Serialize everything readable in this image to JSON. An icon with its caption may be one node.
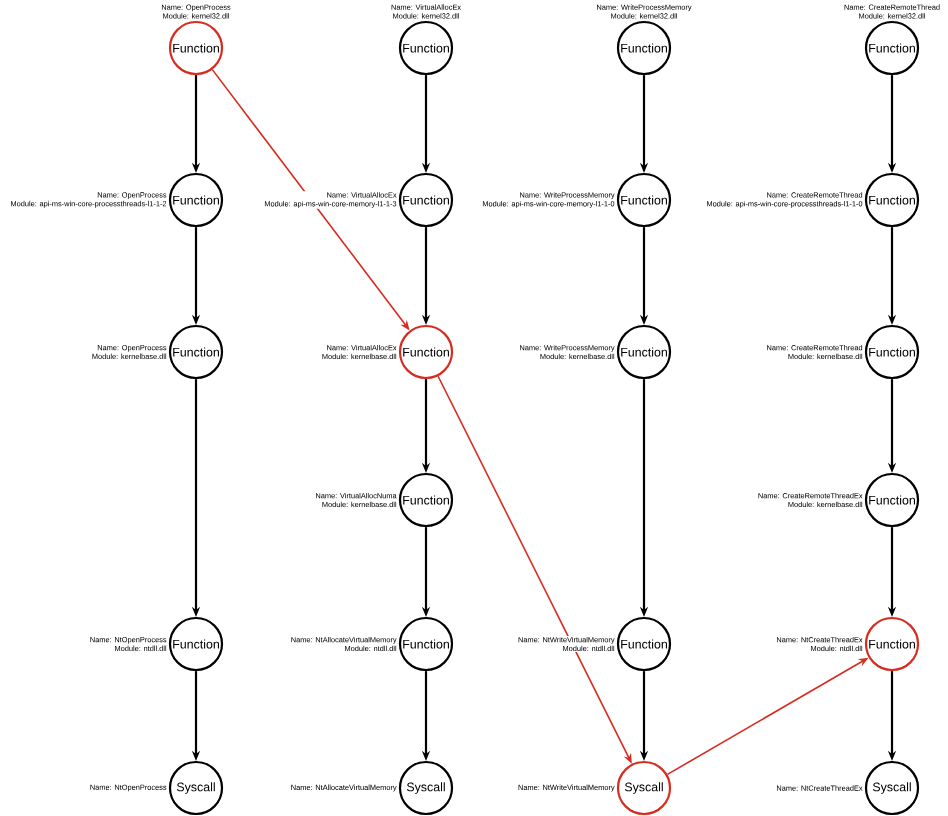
{
  "diagram": {
    "nodes": [
      {
        "text": [
          "Function"
        ],
        "beside": [
          "Name: OpenProcess",
          "Module: kernel32.dll"
        ]
      },
      {
        "text": [
          "Function"
        ],
        "beside": [
          "Name: OpenProcess",
          "Module: api-ms-win-core-processthreads-l1-1-2"
        ]
      },
      {
        "text": [
          "Function"
        ],
        "beside": [
          "Name: OpenProcess",
          "Module: kernelbase.dll"
        ]
      },
      {
        "text": [
          "Function"
        ],
        "beside": [
          "Name: NtOpenProcess",
          "Module: ntdll.dll"
        ]
      },
      {
        "text": [
          "Syscall"
        ],
        "beside": [
          "Name: NtOpenProcess"
        ]
      },
      {
        "text": [
          "Function"
        ],
        "beside": [
          "Name: VirtualAllocEx",
          "Module: kernel32.dll"
        ]
      },
      {
        "text": [
          "Function"
        ],
        "beside": [
          "Name: VirtualAllocEx",
          "Module: api-ms-win-core-memory-l1-1-3"
        ]
      },
      {
        "text": [
          "Function"
        ],
        "beside": [
          "Name: VirtualAllocEx",
          "Module: kernelbase.dll"
        ]
      },
      {
        "text": [
          "Function"
        ],
        "beside": [
          "Name: VirtualAllocNuma",
          "Module: kernelbase.dll"
        ]
      },
      {
        "text": [
          "Function"
        ],
        "beside": [
          "Name: NtAllocateVirtualMemory",
          "Module: ntdll.dll"
        ]
      },
      {
        "text": [
          "Syscall"
        ],
        "beside": [
          "Name: NtAllocateVirtualMemory"
        ]
      },
      {
        "text": [
          "Function"
        ],
        "beside": [
          "Name: WriteProcessMemory",
          "Module: kernel32.dll"
        ]
      },
      {
        "text": [
          "Function"
        ],
        "beside": [
          "Name: WriteProcessMemory",
          "Module: api-ms-win-core-memory-l1-1-0"
        ]
      },
      {
        "text": [
          "Function"
        ],
        "beside": [
          "Name: WriteProcessMemory",
          "Module: kernelbase.dll"
        ]
      },
      {
        "text": [
          "Function"
        ],
        "beside": [
          "Name: NtWriteVirtualMemory",
          "Module: ntdll.dll"
        ]
      },
      {
        "text": [
          "Syscall"
        ],
        "beside": [
          "Name: NtWriteVirtualMemory"
        ]
      },
      {
        "text": [
          "Function"
        ],
        "beside": [
          "Name: CreateRemoteThread",
          "Module: kernel32.dll"
        ]
      },
      {
        "text": [
          "Function"
        ],
        "beside": [
          "Name: CreateRemoteThread",
          "Module: api-ms-win-core-processthreads-l1-1-0"
        ]
      },
      {
        "text": [
          "Function"
        ],
        "beside": [
          "Name: CreateRemoteThread",
          "Module: kernelbase.dll"
        ]
      },
      {
        "text": [
          "Function"
        ],
        "beside": [
          "Name: CreateRemoteThreadEx",
          "Module: kernelbase.dll"
        ]
      },
      {
        "text": [
          "Function"
        ],
        "beside": [
          "Name: NtCreateThreadEx",
          "Module: ntdll.dll"
        ]
      },
      {
        "text": [
          "Syscall"
        ],
        "beside": [
          "Name: NtCreateThreadEx"
        ]
      }
    ],
    "edges": [
      {
        "from": 0,
        "to": 1,
        "arrow": "to"
      },
      {
        "from": 1,
        "to": 2,
        "arrow": "to"
      },
      {
        "from": 2,
        "to": 3,
        "arrow": "to"
      },
      {
        "from": 3,
        "to": 4,
        "arrow": "to"
      },
      {
        "from": 5,
        "to": 6,
        "arrow": "to"
      },
      {
        "from": 6,
        "to": 7,
        "arrow": "to"
      },
      {
        "from": 7,
        "to": 8,
        "arrow": "to"
      },
      {
        "from": 8,
        "to": 9,
        "arrow": "to"
      },
      {
        "from": 9,
        "to": 10,
        "arrow": "to"
      },
      {
        "from": 11,
        "to": 12,
        "arrow": "to"
      },
      {
        "from": 12,
        "to": 13,
        "arrow": "to"
      },
      {
        "from": 13,
        "to": 14,
        "arrow": "to"
      },
      {
        "from": 14,
        "to": 15,
        "arrow": "to"
      },
      {
        "from": 16,
        "to": 17,
        "arrow": "to"
      },
      {
        "from": 17,
        "to": 18,
        "arrow": "to"
      },
      {
        "from": 18,
        "to": 19,
        "arrow": "to"
      },
      {
        "from": 19,
        "to": 20,
        "arrow": "to"
      },
      {
        "from": 20,
        "to": 21,
        "arrow": "to"
      },
      {
        "from": 0,
        "to": 7,
        "arrow": "to",
        "color": "#d62c1f"
      },
      {
        "from": 7,
        "to": 15,
        "arrow": "to",
        "color": "#d62c1f"
      },
      {
        "from": 15,
        "to": 20,
        "arrow": "to",
        "color": "#d62c1f"
      }
    ]
  }
}
